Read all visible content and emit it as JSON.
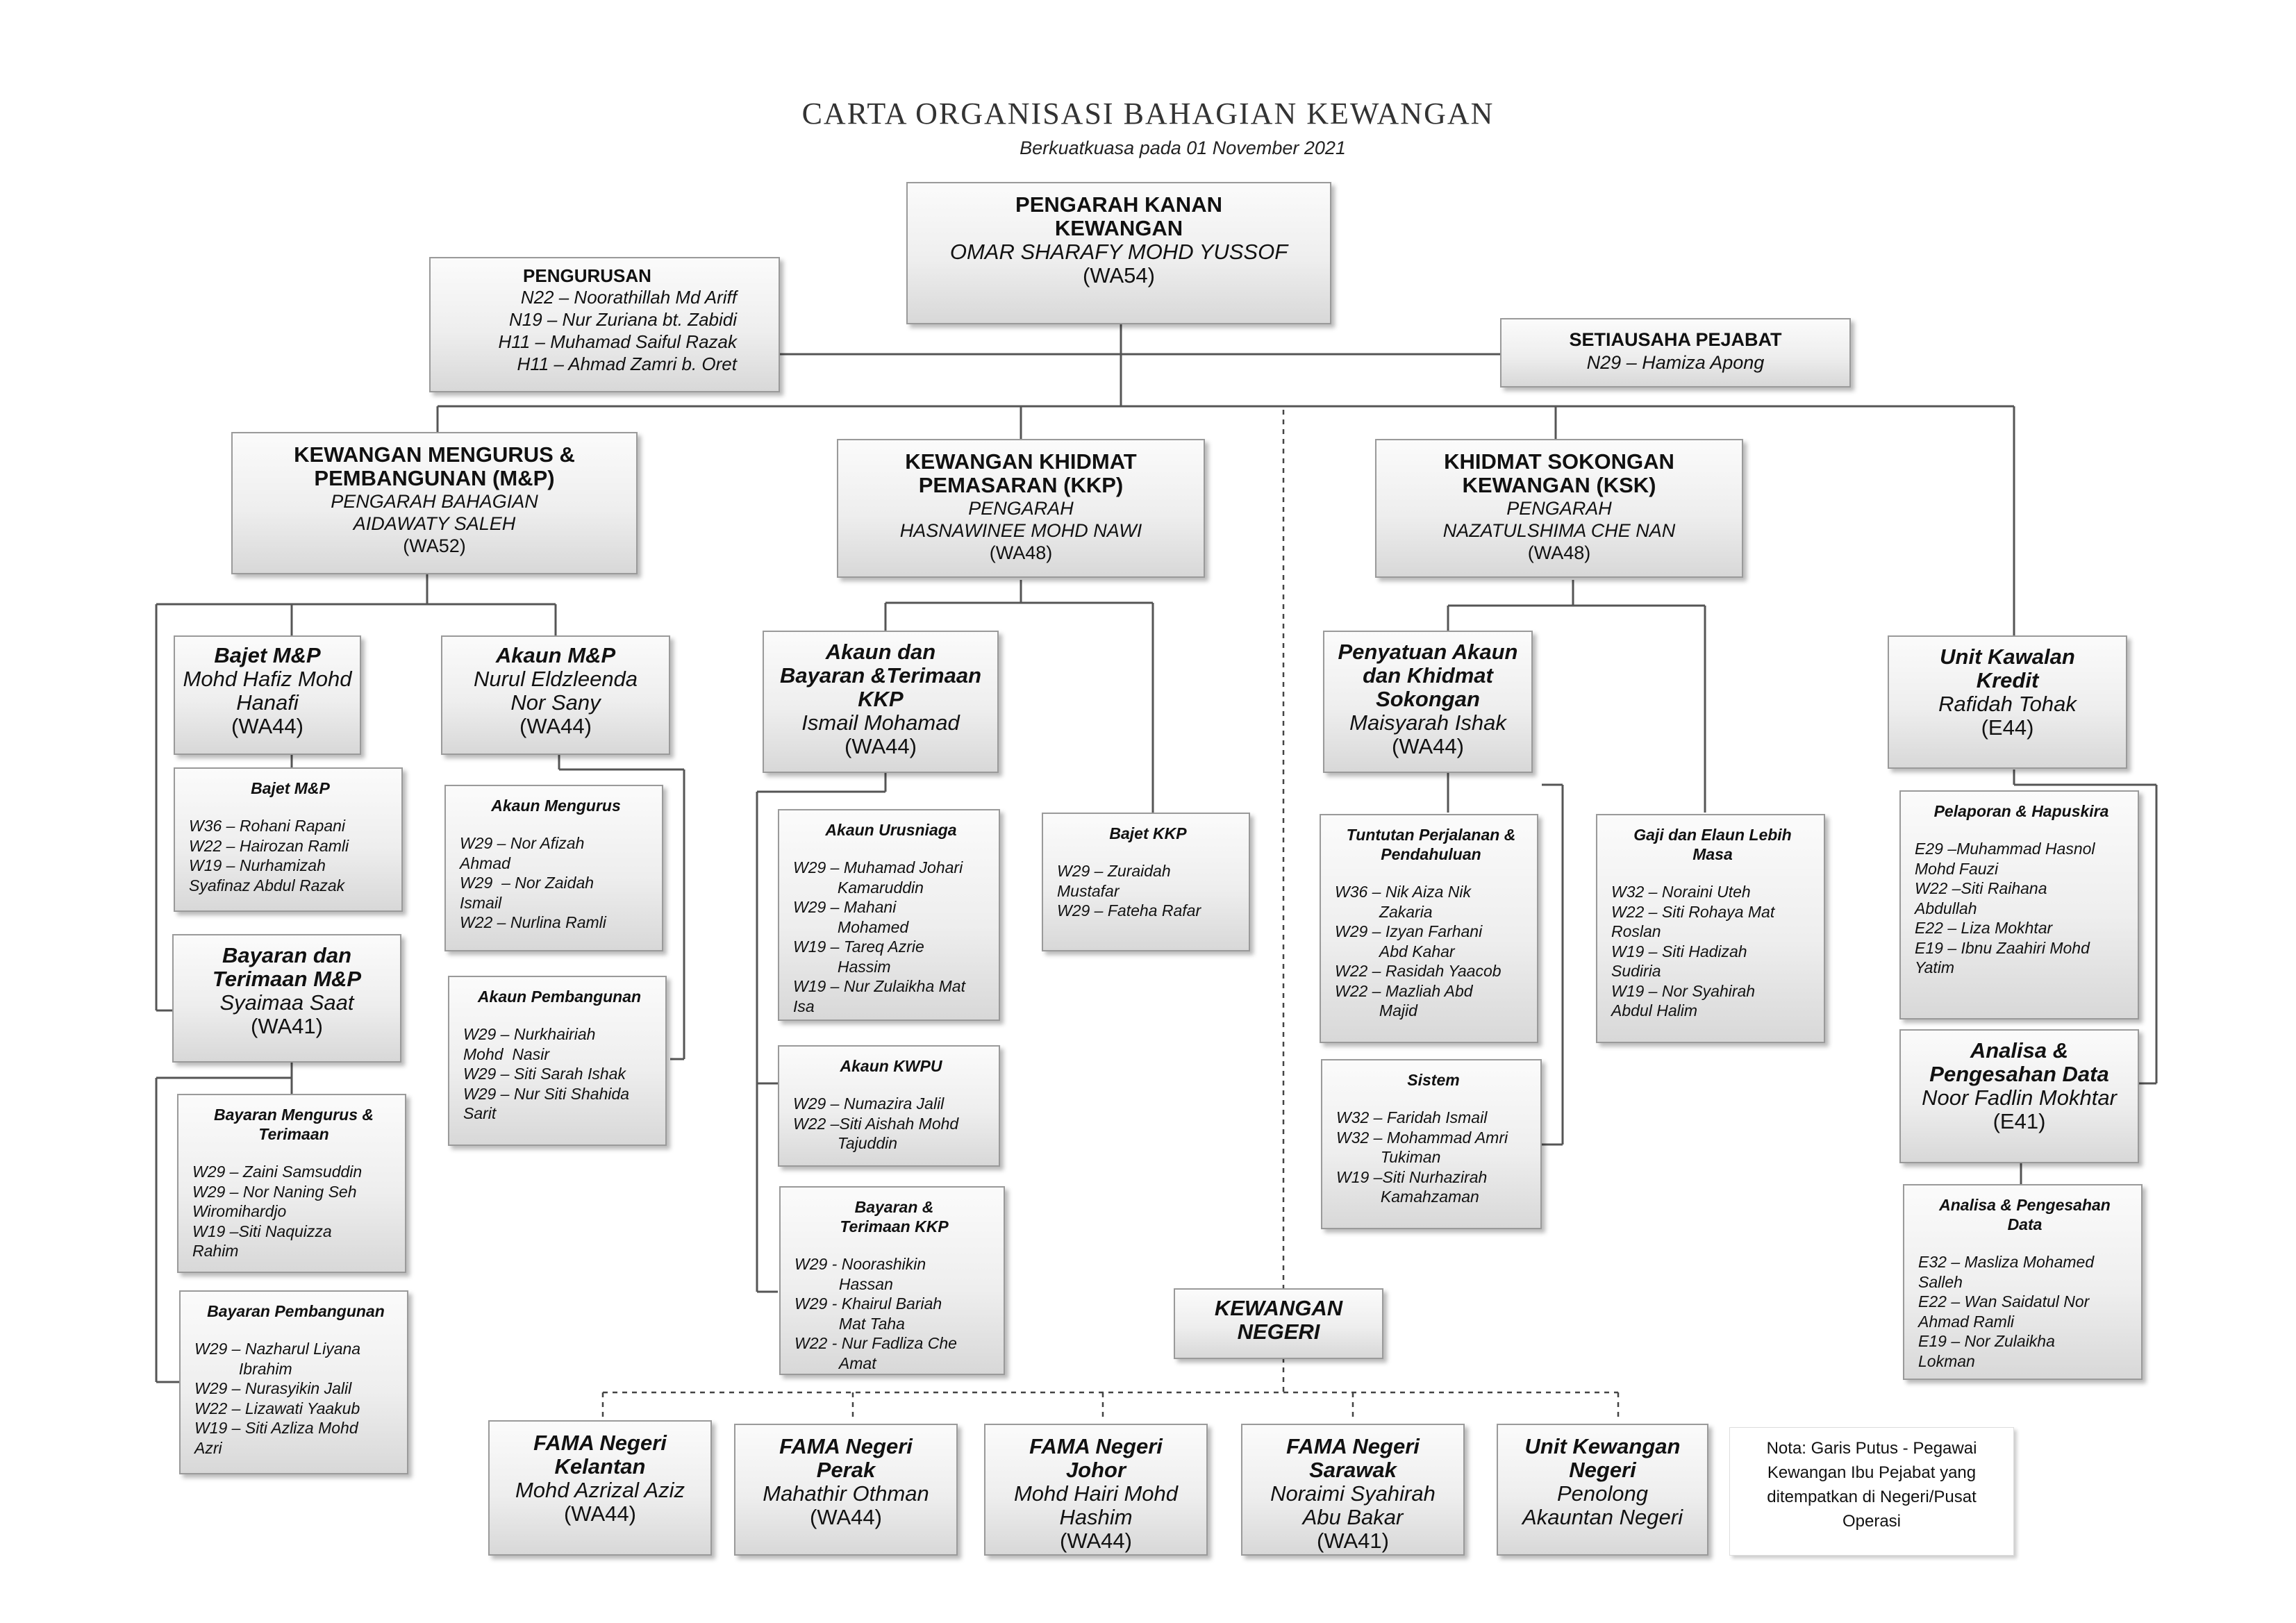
{
  "header": {
    "title": "CARTA ORGANISASI BAHAGIAN KEWANGAN",
    "subtitle": "Berkuatkuasa pada 01 November 2021"
  },
  "top": {
    "title1": "PENGARAH KANAN",
    "title2": "KEWANGAN",
    "name": "OMAR SHARAFY MOHD YUSSOF",
    "grade": "(WA54)"
  },
  "pengurusan": {
    "title": "PENGURUSAN",
    "items": [
      "N22 – Noorathillah Md Ariff",
      "N19 – Nur Zuriana bt. Zabidi",
      "H11 – Muhamad Saiful Razak",
      "H11 – Ahmad Zamri b. Oret"
    ]
  },
  "setiausaha": {
    "title": "SETIAUSAHA PEJABAT",
    "name": "N29 – Hamiza Apong"
  },
  "mp": {
    "title1": "KEWANGAN MENGURUS &",
    "title2": "PEMBANGUNAN (M&P)",
    "role": "PENGARAH BAHAGIAN",
    "name": "AIDAWATY SALEH",
    "grade": "(WA52)"
  },
  "kkp": {
    "title1": "KEWANGAN KHIDMAT",
    "title2": "PEMASARAN (KKP)",
    "role": "PENGARAH",
    "name": "HASNAWINEE MOHD NAWI",
    "grade": "(WA48)"
  },
  "ksk": {
    "title1": "KHIDMAT SOKONGAN",
    "title2": "KEWANGAN (KSK)",
    "role": "PENGARAH",
    "name": "NAZATULSHIMA CHE NAN",
    "grade": "(WA48)"
  },
  "bajet_mp": {
    "title": "Bajet M&P",
    "name1": "Mohd Hafiz Mohd",
    "name2": "Hanafi",
    "grade": "(WA44)"
  },
  "akaun_mp": {
    "title": "Akaun M&P",
    "name1": "Nurul Eldzleenda",
    "name2": "Nor Sany",
    "grade": "(WA44)"
  },
  "bajet_mp_staff": {
    "title": "Bajet M&P",
    "items": [
      "W36 – Rohani Rapani",
      "W22 – Hairozan Ramli",
      "W19 – Nurhamizah",
      "Syafinaz Abdul Razak"
    ]
  },
  "bayaran_mp": {
    "title1": "Bayaran dan",
    "title2": "Terimaan M&P",
    "name": "Syaimaa Saat",
    "grade": "(WA41)"
  },
  "bayaran_mengurus": {
    "title1": "Bayaran Mengurus &",
    "title2": "Terimaan",
    "items": [
      "W29 – Zaini Samsuddin",
      "W29 – Nor Naning Seh",
      "Wiromihardjo",
      "W19 –Siti Naquizza",
      "Rahim"
    ]
  },
  "bayaran_pembangunan": {
    "title": "Bayaran Pembangunan",
    "items": [
      "W29 – Nazharul Liyana",
      "          Ibrahim",
      "W29 – Nurasyikin Jalil",
      "W22 – Lizawati Yaakub",
      "W19 – Siti Azliza Mohd",
      "Azri"
    ]
  },
  "akaun_mengurus": {
    "title": "Akaun Mengurus",
    "items": [
      "W29 – Nor Afizah",
      "Ahmad",
      "W29  – Nor Zaidah",
      "Ismail",
      "W22 – Nurlina Ramli"
    ]
  },
  "akaun_pembangunan": {
    "title": "Akaun Pembangunan",
    "items": [
      "W29 – Nurkhairiah",
      "Mohd  Nasir",
      "W29 – Siti Sarah Ishak",
      "W29 – Nur Siti Shahida",
      "Sarit"
    ]
  },
  "akaun_kkp": {
    "title1": "Akaun dan",
    "title2": "Bayaran &Terimaan",
    "title3": "KKP",
    "name": "Ismail Mohamad",
    "grade": "(WA44)"
  },
  "akaun_urusniaga": {
    "title": "Akaun Urusniaga",
    "items": [
      "W29 – Muhamad Johari",
      "          Kamaruddin",
      "W29 – Mahani",
      "          Mohamed",
      "W19 – Tareq Azrie",
      "          Hassim",
      "W19 – Nur Zulaikha Mat",
      "Isa"
    ]
  },
  "akaun_kwpu": {
    "title": "Akaun KWPU",
    "items": [
      "W29 – Numazira Jalil",
      "W22 –Siti Aishah Mohd",
      "          Tajuddin"
    ]
  },
  "bayaran_kkp": {
    "title1": "Bayaran &",
    "title2": "Terimaan KKP",
    "items": [
      "W29 - Noorashikin",
      "          Hassan",
      "W29 - Khairul Bariah",
      "          Mat Taha",
      "W22 - Nur Fadliza Che",
      "          Amat"
    ]
  },
  "bajet_kkp": {
    "title": "Bajet KKP",
    "items": [
      "W29 – Zuraidah",
      "Mustafar",
      "W29 – Fateha Rafar"
    ]
  },
  "penyatuan": {
    "title1": "Penyatuan Akaun",
    "title2": "dan Khidmat",
    "title3": "Sokongan",
    "name": "Maisyarah Ishak",
    "grade": "(WA44)"
  },
  "tuntutan": {
    "title1": "Tuntutan Perjalanan &",
    "title2": "Pendahuluan",
    "items": [
      "W36 – Nik Aiza Nik",
      "          Zakaria",
      "W29 – Izyan Farhani",
      "          Abd Kahar",
      "W22 – Rasidah Yaacob",
      "W22 – Mazliah Abd",
      "          Majid"
    ]
  },
  "gaji": {
    "title1": "Gaji dan Elaun Lebih",
    "title2": "Masa",
    "items": [
      "W32 – Noraini Uteh",
      "W22 – Siti Rohaya Mat",
      "Roslan",
      "W19 – Siti Hadizah",
      "Sudiria",
      "W19 – Nor Syahirah",
      "Abdul Halim"
    ]
  },
  "sistem": {
    "title": "Sistem",
    "items": [
      "W32 – Faridah Ismail",
      "W32 – Mohammad Amri",
      "          Tukiman",
      "W19 –Siti Nurhazirah",
      "          Kamahzaman"
    ]
  },
  "unit_kredit": {
    "title1": "Unit Kawalan",
    "title2": "Kredit",
    "name": "Rafidah Tohak",
    "grade": "(E44)"
  },
  "pelaporan": {
    "title": "Pelaporan & Hapuskira",
    "items": [
      "E29 –Muhammad Hasnol",
      "Mohd Fauzi",
      "W22 –Siti Raihana",
      "Abdullah",
      "E22 – Liza Mokhtar",
      "E19 – Ibnu Zaahiri Mohd",
      "Yatim"
    ]
  },
  "analisa": {
    "title1": "Analisa &",
    "title2": "Pengesahan Data",
    "name": "Noor Fadlin Mokhtar",
    "grade": "(E41)"
  },
  "analisa_staff": {
    "title1": "Analisa & Pengesahan",
    "title2": "Data",
    "items": [
      "E32 – Masliza Mohamed",
      "Salleh",
      "E22 – Wan Saidatul Nor",
      "Ahmad Ramli",
      "E19 – Nor Zulaikha",
      "Lokman"
    ]
  },
  "kewangan_negeri": {
    "title1": "KEWANGAN",
    "title2": "NEGERI"
  },
  "negeri": [
    {
      "title1": "FAMA Negeri",
      "title2": "Kelantan",
      "name1": "Mohd Azrizal Aziz",
      "name2": "",
      "grade": "(WA44)"
    },
    {
      "title1": "FAMA Negeri",
      "title2": "Perak",
      "name1": "Mahathir Othman",
      "name2": "",
      "grade": "(WA44)"
    },
    {
      "title1": "FAMA Negeri",
      "title2": "Johor",
      "name1": "Mohd Hairi Mohd",
      "name2": "Hashim",
      "grade": "(WA44)"
    },
    {
      "title1": "FAMA Negeri",
      "title2": "Sarawak",
      "name1": "Noraimi Syahirah",
      "name2": "Abu Bakar",
      "grade": "(WA41)"
    },
    {
      "title1": "Unit Kewangan",
      "title2": "Negeri",
      "name1": "Penolong",
      "name2": "Akauntan Negeri",
      "grade": ""
    }
  ],
  "note": {
    "text": "Nota: Garis Putus - Pegawai Kewangan  Ibu Pejabat yang ditempatkan di Negeri/Pusat Operasi"
  }
}
